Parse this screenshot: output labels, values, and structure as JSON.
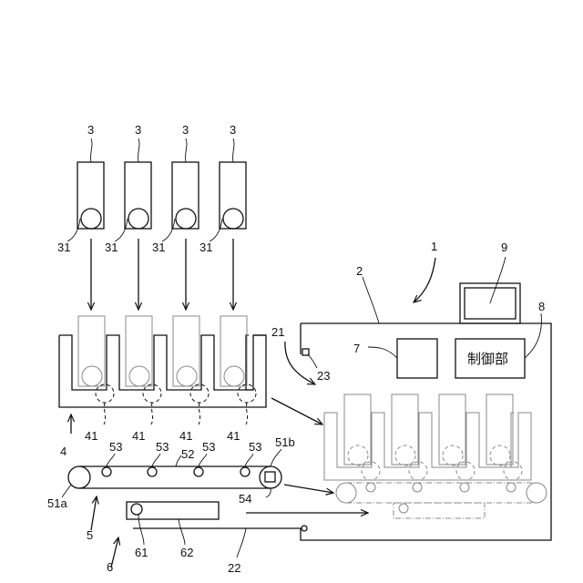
{
  "labels": {
    "cassette": "3",
    "cassette_roller": "31",
    "device": "1",
    "housing": "2",
    "housing_corner": "21",
    "sensor": "23",
    "unit7": "7",
    "display": "9",
    "control_unit_ref": "8",
    "control_unit_text": "制御部",
    "tray": "4",
    "tray_slot": "41",
    "belt": "52",
    "belt_roller": "53",
    "drive_roller_left": "51a",
    "drive_roller_right": "51b",
    "sensor54": "54",
    "conveyor": "5",
    "stage": "6",
    "stage_roller": "61",
    "stage_plate": "62",
    "rail": "22"
  }
}
